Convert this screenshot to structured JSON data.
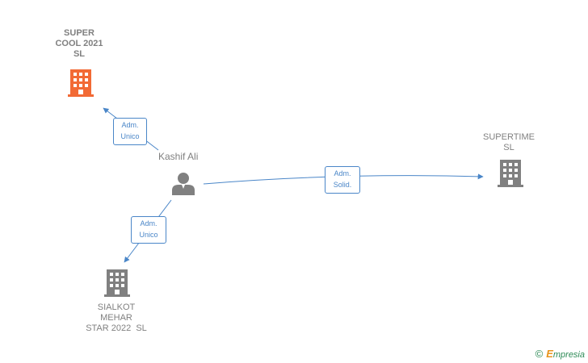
{
  "person": {
    "name": "Kashif Ali",
    "icon": "person-icon"
  },
  "companies": {
    "super_cool": {
      "lines": [
        "SUPER",
        "COOL 2021",
        "SL"
      ],
      "color": "#f26a35",
      "icon": "building-icon"
    },
    "supertime": {
      "lines": [
        "SUPERTIME",
        "SL"
      ],
      "color": "#808080",
      "icon": "building-icon"
    },
    "sialkot": {
      "lines": [
        "SIALKOT",
        "MEHAR",
        "STAR 2022  SL"
      ],
      "color": "#808080",
      "icon": "building-icon"
    }
  },
  "relations": {
    "to_super_cool": [
      "Adm.",
      "Unico"
    ],
    "to_supertime": [
      "Adm.",
      "Solid."
    ],
    "to_sialkot": [
      "Adm.",
      "Unico"
    ]
  },
  "colors": {
    "edge": "#4a86c8",
    "text": "#808080"
  },
  "watermark": {
    "symbol": "©",
    "brand_initial": "E",
    "brand_rest": "mpresia"
  }
}
